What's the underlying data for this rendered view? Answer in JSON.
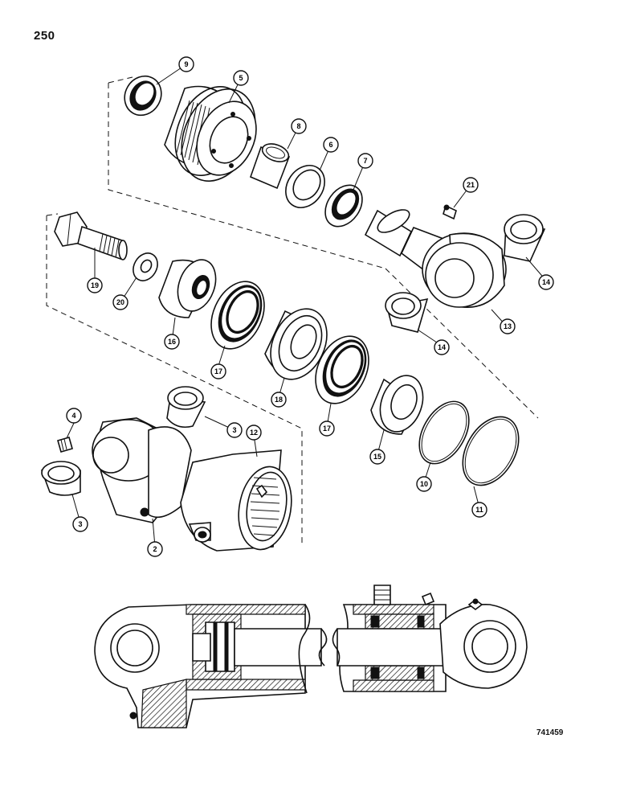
{
  "page_number": "250",
  "figure_code": "741459",
  "callouts": {
    "c9": "9",
    "c5": "5",
    "c8": "8",
    "c6": "6",
    "c7": "7",
    "c21": "21",
    "c19": "19",
    "c20": "20",
    "c16": "16",
    "c17a": "17",
    "c18": "18",
    "c17b": "17",
    "c15": "15",
    "c14a": "14",
    "c14b": "14",
    "c13": "13",
    "c4": "4",
    "c3a": "3",
    "c3b": "3",
    "c12": "12",
    "c2": "2",
    "c10": "10",
    "c11": "11"
  }
}
